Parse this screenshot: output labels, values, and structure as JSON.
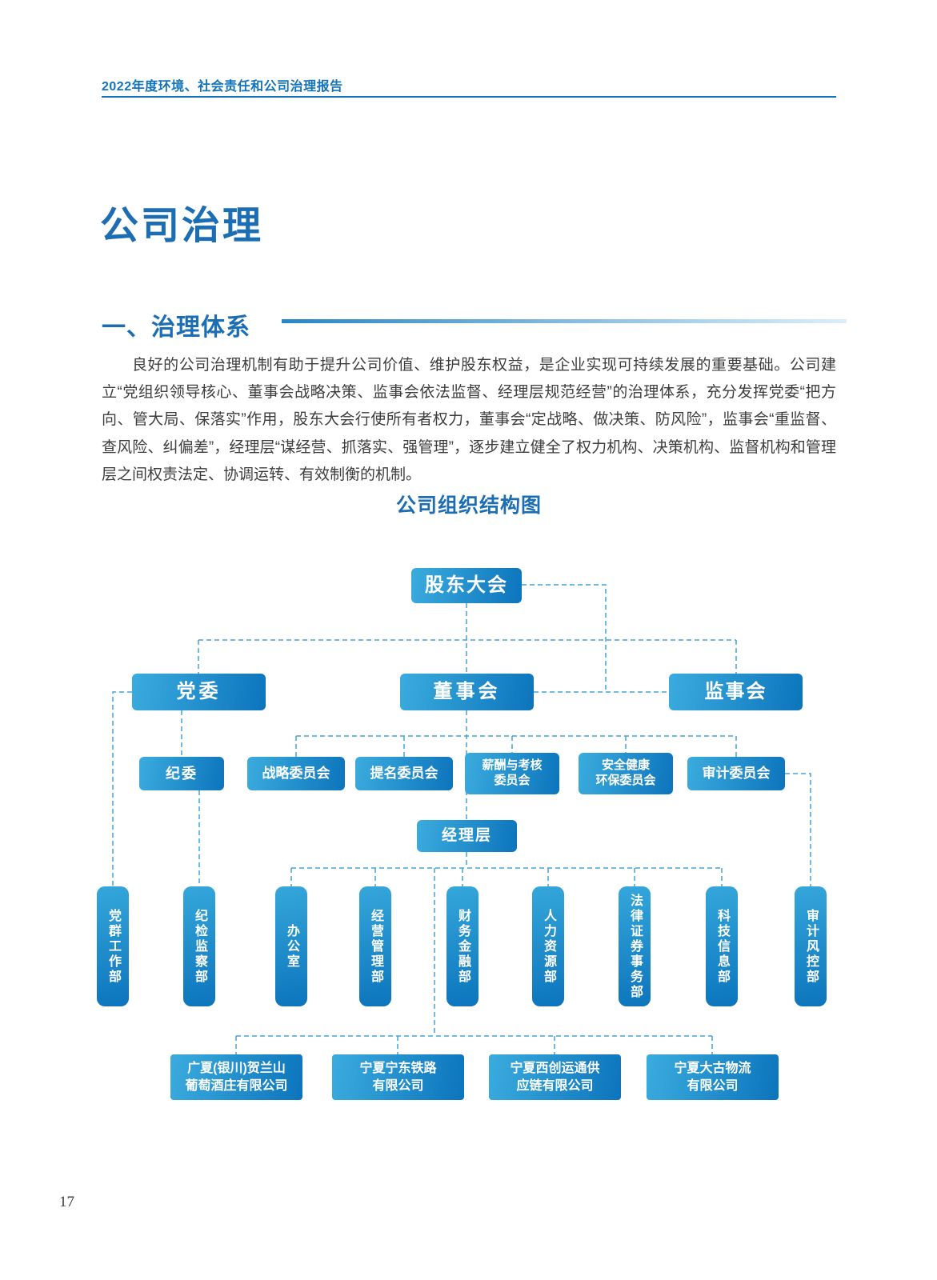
{
  "header": {
    "title": "2022年度环境、社会责任和公司治理报告"
  },
  "page": {
    "title": "公司治理",
    "number": "17"
  },
  "section": {
    "heading": "一、治理体系",
    "paragraph": "良好的公司治理机制有助于提升公司价值、维护股东权益，是企业实现可持续发展的重要基础。公司建立“党组织领导核心、董事会战略决策、监事会依法监督、经理层规范经营”的治理体系，充分发挥党委“把方向、管大局、保落实”作用，股东大会行使所有者权力，董事会“定战略、做决策、防风险”，监事会“重监督、查风险、纠偏差”，经理层“谋经营、抓落实、强管理”，逐步建立健全了权力机构、决策机构、监督机构和管理层之间权责法定、协调运转、有效制衡的机制。"
  },
  "org_chart": {
    "title": "公司组织结构图",
    "colors": {
      "box_gradient_start": "#3BACDE",
      "box_gradient_end": "#0C74BC",
      "connector": "#45A3D6",
      "accent_blue": "#1C6EB4"
    },
    "nodes": {
      "shareholders": "股东大会",
      "party_committee": "党委",
      "board": "董事会",
      "supervisory_board": "监事会",
      "discipline_committee": "纪委",
      "strategy_committee": "战略委员会",
      "nomination_committee": "提名委员会",
      "remuneration_committee": "薪酬与考核\n委员会",
      "safety_committee": "安全健康\n环保委员会",
      "audit_committee": "审计委员会",
      "management": "经理层"
    },
    "departments": [
      "党群工作部",
      "纪检监察部",
      "办公室",
      "经营管理部",
      "财务金融部",
      "人力资源部",
      "法律证券事务部",
      "科技信息部",
      "审计风控部"
    ],
    "subsidiaries": [
      "广夏(银川)贺兰山\n葡萄酒庄有限公司",
      "宁夏宁东铁路\n有限公司",
      "宁夏西创运通供\n应链有限公司",
      "宁夏大古物流\n有限公司"
    ]
  }
}
